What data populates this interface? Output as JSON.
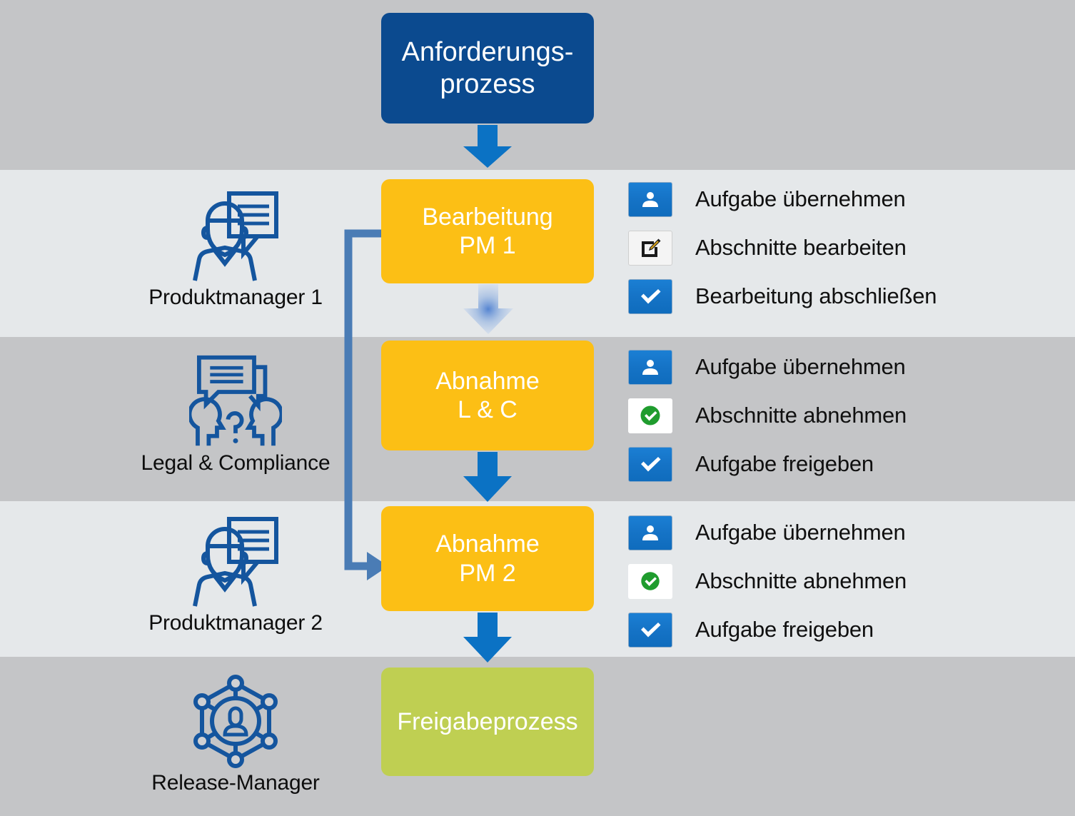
{
  "diagram": {
    "title": "Anforderungsprozess Swimlane",
    "colors": {
      "start_box": "#0b4a8f",
      "task_box": "#fcbf15",
      "end_box": "#bfcf52",
      "arrow_blue": "#0b72c4",
      "connector_blue": "#4a7cb5",
      "band_light": "#e5e8ea",
      "band_dark": "#c4c5c7",
      "icon_blue": "#14559e",
      "check_green": "#1f9c2e"
    },
    "start_node": {
      "label": "Anforderungs-\nprozess",
      "line1": "Anforderungs-",
      "line2": "prozess"
    },
    "end_node": {
      "label": "Freigabeprozess"
    },
    "lanes": [
      {
        "id": "pm1",
        "role_label": "Produktmanager 1",
        "role_icon": "person-speech-bubble-icon",
        "task": {
          "line1": "Bearbeitung",
          "line2": "PM 1"
        },
        "actions": [
          {
            "icon": "assign-user-icon",
            "style": "blue",
            "label": "Aufgabe übernehmen"
          },
          {
            "icon": "edit-pencil-icon",
            "style": "white",
            "label": "Abschnitte bearbeiten"
          },
          {
            "icon": "check-icon",
            "style": "blue",
            "label": "Bearbeitung abschließen"
          }
        ]
      },
      {
        "id": "lc",
        "role_label": "Legal & Compliance",
        "role_icon": "two-heads-question-icon",
        "task": {
          "line1": "Abnahme",
          "line2": "L & C"
        },
        "actions": [
          {
            "icon": "assign-user-icon",
            "style": "blue",
            "label": "Aufgabe übernehmen"
          },
          {
            "icon": "green-check-circle-icon",
            "style": "plain",
            "label": "Abschnitte abnehmen"
          },
          {
            "icon": "check-icon",
            "style": "blue",
            "label": "Aufgabe freigeben"
          }
        ]
      },
      {
        "id": "pm2",
        "role_label": "Produktmanager 2",
        "role_icon": "person-speech-bubble-icon",
        "task": {
          "line1": "Abnahme",
          "line2": "PM 2"
        },
        "actions": [
          {
            "icon": "assign-user-icon",
            "style": "blue",
            "label": "Aufgabe übernehmen"
          },
          {
            "icon": "green-check-circle-icon",
            "style": "plain",
            "label": "Abschnitte abnehmen"
          },
          {
            "icon": "check-icon",
            "style": "blue",
            "label": "Aufgabe freigeben"
          }
        ]
      },
      {
        "id": "release",
        "role_label": "Release-Manager",
        "role_icon": "network-person-hexagon-icon",
        "task": null,
        "actions": []
      }
    ]
  }
}
